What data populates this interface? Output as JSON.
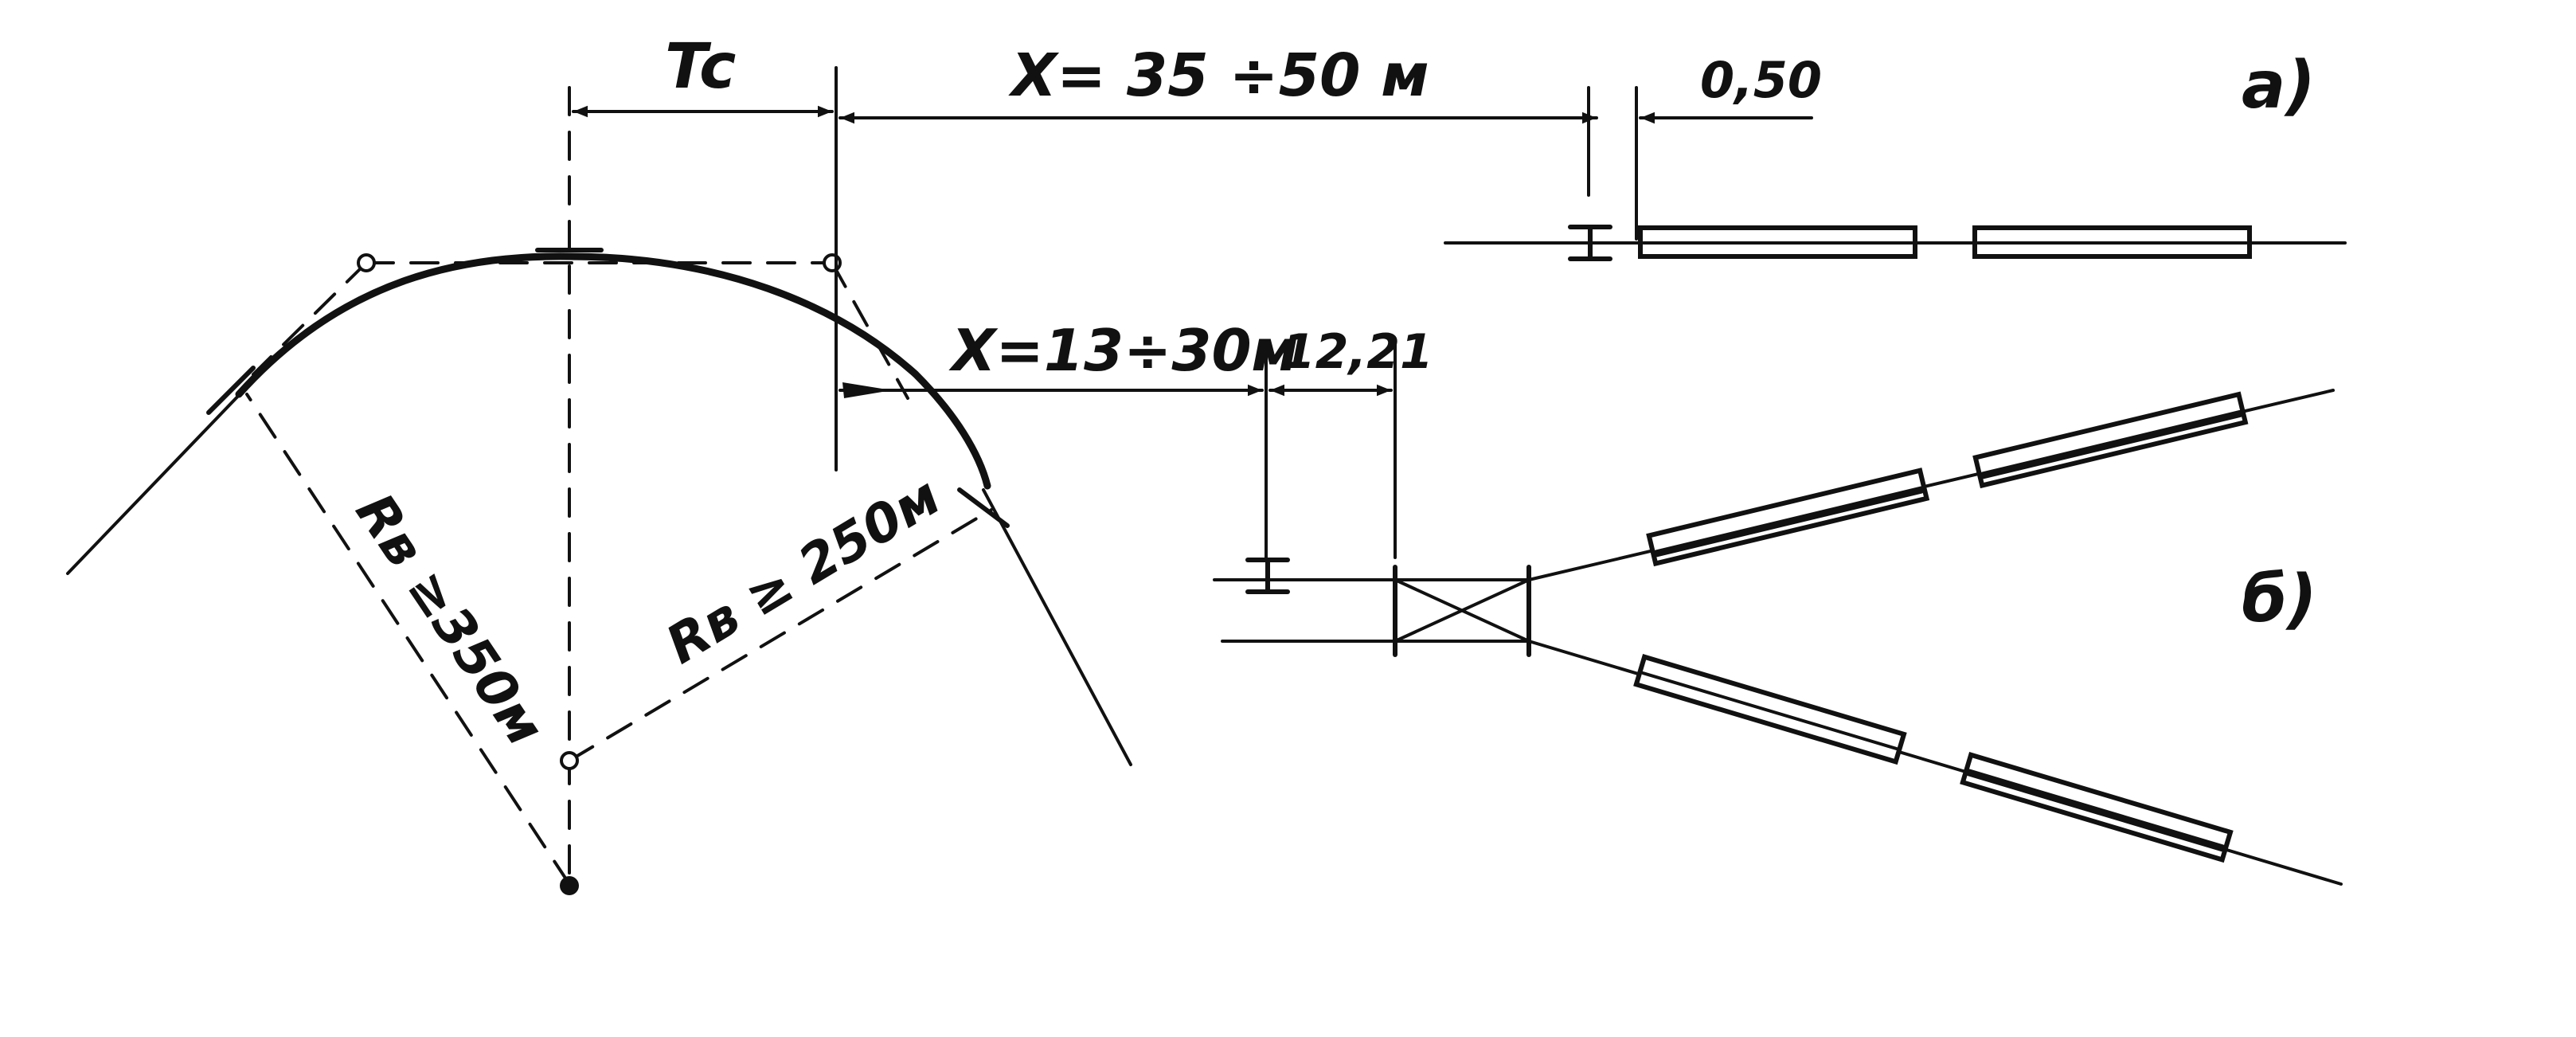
{
  "labels": {
    "tc": "Tc",
    "x_top": "X= 35 ÷50 м",
    "gap_top": "0,50",
    "variant_a": "a)",
    "x_bottom": "X=13÷30м",
    "gap_bottom": "12,21",
    "variant_b": "б)",
    "radius_large": "Rв ≥350м",
    "radius_small": "Rв ≥ 250м"
  },
  "colors": {
    "ink": "#111111",
    "paper": "#ffffff"
  }
}
